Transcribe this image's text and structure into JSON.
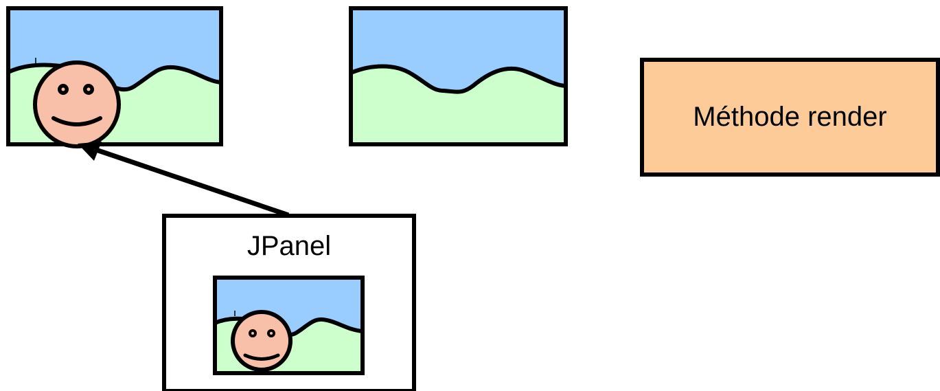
{
  "frames": [
    {
      "name": "frame-with-character",
      "has_character": true
    },
    {
      "name": "frame-background-only",
      "has_character": false
    }
  ],
  "render_box": {
    "label": "Méthode render"
  },
  "jpanel": {
    "label": "JPanel"
  },
  "colors": {
    "sky": "#99ccff",
    "ground": "#ccffcc",
    "face": "#f8c0a8",
    "render_box_fill": "#fdcb98",
    "outline": "#000000",
    "panel_fill": "#ffffff"
  },
  "icons": [
    "smiley-face-icon",
    "arrow-icon"
  ]
}
